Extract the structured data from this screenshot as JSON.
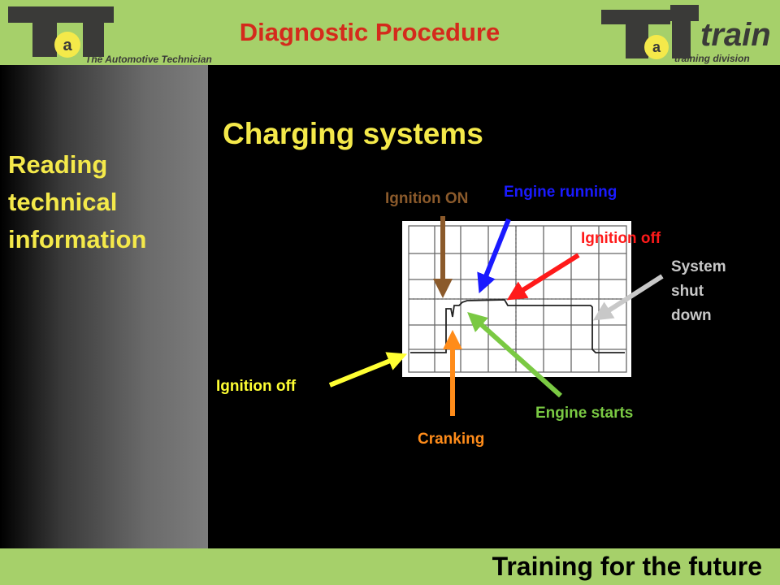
{
  "header": {
    "title": "Diagnostic Procedure",
    "left_logo": {
      "mark": "TaT",
      "subtitle": "The Automotive Technician"
    },
    "right_logo": {
      "mark": "TaT",
      "word": "train",
      "subtitle": "training division"
    }
  },
  "sidebar": {
    "lines": [
      "Reading",
      "technical",
      "information"
    ]
  },
  "main": {
    "title": "Charging systems"
  },
  "labels": {
    "ignition_on": "Ignition ON",
    "engine_running": "Engine running",
    "ignition_off_top": "Ignition off",
    "system_shut_down": [
      "System",
      "shut",
      "down"
    ],
    "ignition_off_left": "Ignition off",
    "engine_starts": "Engine starts",
    "cranking": "Cranking"
  },
  "colors": {
    "header_bg": "#a6d06a",
    "title_red": "#d42a1c",
    "yellow_text": "#f4e94a",
    "ignition_on": "#8b5a2b",
    "engine_running": "#1a1aff",
    "ignition_off_top": "#ff1a1a",
    "system_shut_down": "#c8c8c8",
    "ignition_off_left": "#ffff33",
    "engine_starts": "#7ac943",
    "cranking": "#ff8c1a"
  },
  "footer": {
    "text": "Training for the future"
  }
}
